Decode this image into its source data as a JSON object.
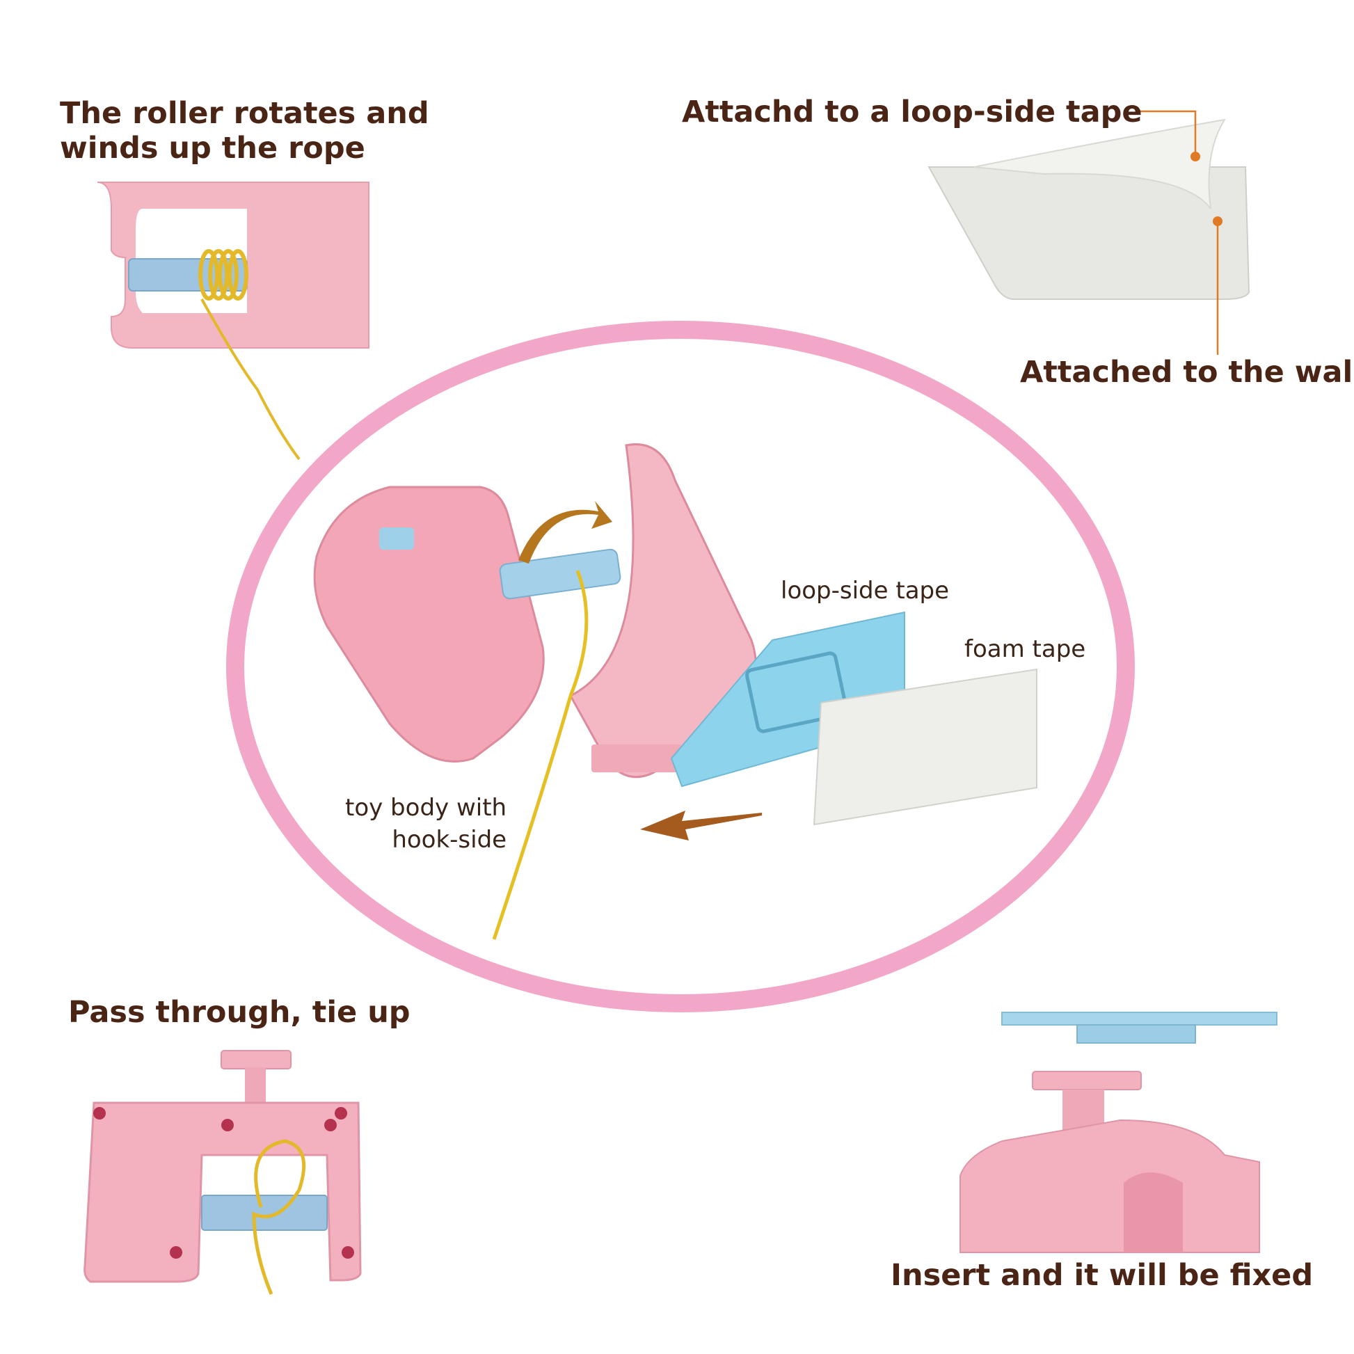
{
  "headings": {
    "roller": {
      "line1": "The roller rotates and",
      "line2": "winds up the rope"
    },
    "attach_loop_tape": "Attachd to a loop-side tape",
    "attach_wall": "Attached to the wall",
    "pass_through": "Pass through, tie up",
    "insert_fixed": "Insert and it will be fixed"
  },
  "callouts": {
    "loop_side_tape": "loop-side tape",
    "foam_tape": "foam tape",
    "toy_body": {
      "line1": "toy body with",
      "line2": "hook-side"
    }
  },
  "colors": {
    "heading_text": "#4a2414",
    "ring": "#f2a6c8",
    "body_pink": "#f3b1bf",
    "roller_blue": "#9ec8e6",
    "rope_yellow": "#e9c12a",
    "tape_blue": "#8fd2ec",
    "foam_white": "#eeeeea",
    "arrow_brown": "#a55a1e",
    "leader_orange": "#e07a25"
  }
}
